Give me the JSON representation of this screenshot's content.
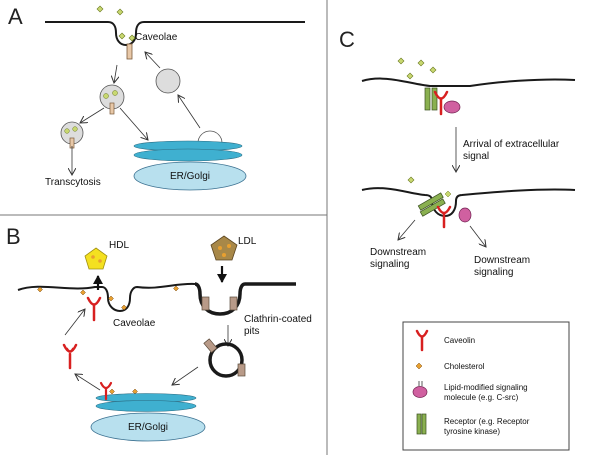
{
  "panels": {
    "a": "A",
    "b": "B",
    "c": "C"
  },
  "panel_a": {
    "caveolae": "Caveolae",
    "transcytosis": "Transcytosis",
    "er_golgi": "ER/Golgi"
  },
  "panel_b": {
    "hdl": "HDL",
    "ldl": "LDL",
    "caveolae": "Caveolae",
    "clathrin_line1": "Clathrin-coated",
    "clathrin_line2": "pits",
    "er_golgi": "ER/Golgi"
  },
  "panel_c": {
    "arrival_line1": "Arrival of extracellular",
    "arrival_line2": "signal",
    "downstream_left_1": "Downstream",
    "downstream_left_2": "signaling",
    "downstream_right_1": "Downstream",
    "downstream_right_2": "signaling"
  },
  "legend": {
    "caveolin": "Caveolin",
    "cholesterol": "Cholesterol",
    "lipid_line1": "Lipid-modified signaling",
    "lipid_line2": "molecule (e.g. C-src)",
    "receptor_line1": "Receptor (e.g. Receptor",
    "receptor_line2": "tyrosine kinase)"
  },
  "colors": {
    "membrane": "#1a1a1a",
    "golgi": "#3fb0d0",
    "er_fill": "#b8e0ee",
    "cholesterol": "#e8a030",
    "ligand": "#c8d870",
    "caveolin": "#d82020",
    "hdl": "#f4e020",
    "ldl": "#a88848",
    "signaling_molecule": "#d060a0",
    "receptor": "#8ab050",
    "clathrin": "#b89a88"
  }
}
